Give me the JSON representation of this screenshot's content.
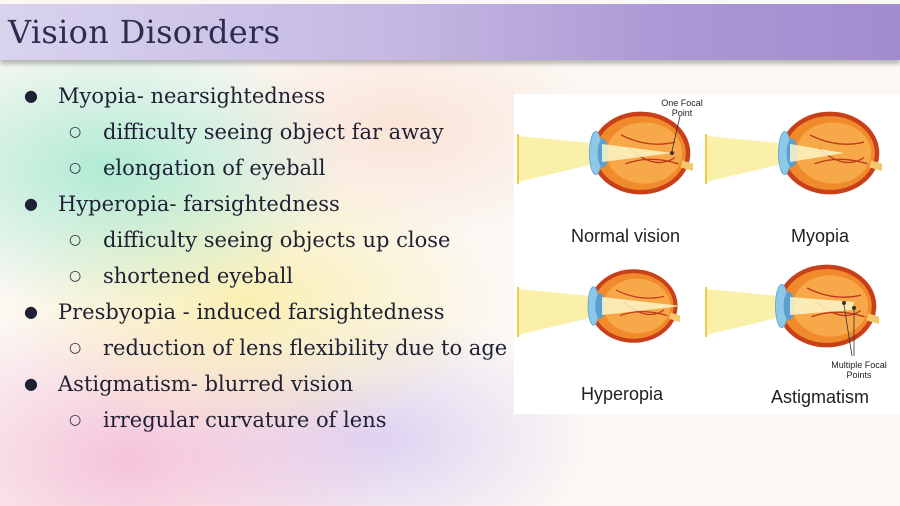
{
  "title": "Vision Disorders",
  "bullets": [
    {
      "text": "Myopia- nearsightedness",
      "sub": [
        "difficulty seeing object far away",
        "elongation of eyeball"
      ]
    },
    {
      "text": "Hyperopia- farsightedness",
      "sub": [
        "difficulty seeing objects up close",
        "shortened eyeball"
      ]
    },
    {
      "text": "Presbyopia - induced farsightedness",
      "sub": [
        "reduction of lens flexibility due to age"
      ]
    },
    {
      "text": "Astigmatism- blurred vision",
      "sub": [
        "irregular curvature of lens"
      ]
    }
  ],
  "markers": {
    "level1": "●",
    "level2": "○"
  },
  "diagram": {
    "captions": [
      "Normal vision",
      "Myopia",
      "Hyperopia",
      "Astigmatism"
    ],
    "note_focal": "One Focal Point",
    "note_multi": "Multiple Focal Points"
  },
  "colors": {
    "title_text": "#2c2d4e",
    "eye_orange": "#e8761a",
    "light_beam": "#fbeea0"
  }
}
